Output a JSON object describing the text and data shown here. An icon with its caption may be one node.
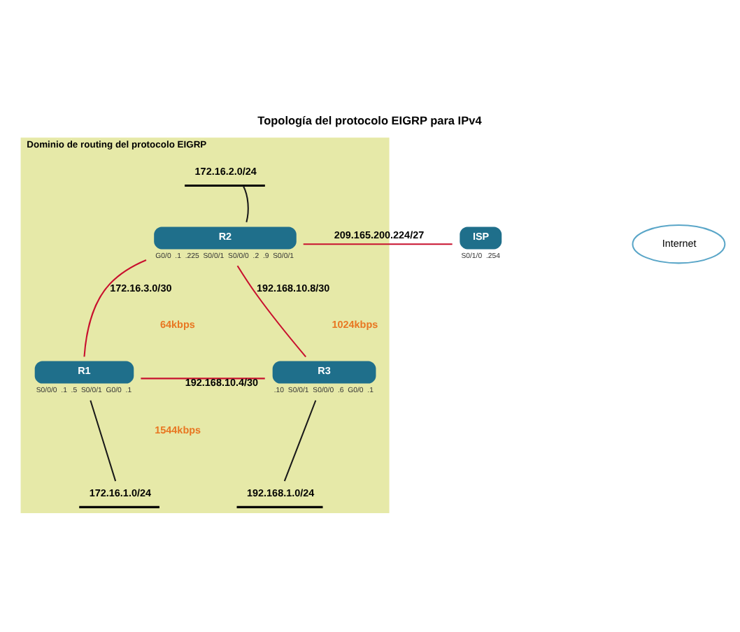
{
  "diagram": {
    "title": "Topología del protocolo EIGRP para IPv4",
    "nodes": [
      {
        "text": [
          "Dominio de routing del protocolo EIGRP"
        ]
      },
      {
        "text": [
          "172.16.2.0/24"
        ],
        "in": 0
      },
      {
        "text": [
          "R2"
        ],
        "in": 0,
        "beside": [
          "G0/0",
          ".1",
          ".225",
          "S0/0/1",
          "S0/0/0",
          ".2",
          ".9",
          "S0/0/1"
        ]
      },
      {
        "text": [
          "ISP"
        ],
        "beside": [
          "S0/1/0",
          ".254"
        ]
      },
      {
        "text": [
          "Internet"
        ]
      },
      {
        "text": [
          "R1"
        ],
        "in": 0,
        "beside": [
          "S0/0/0",
          ".1",
          ".5",
          "S0/0/1",
          "G0/0",
          ".1"
        ]
      },
      {
        "text": [
          "R3"
        ],
        "in": 0,
        "beside": [
          ".10",
          "S0/0/1",
          "S0/0/0",
          ".6",
          "G0/0",
          ".1"
        ]
      },
      {
        "text": [
          "172.16.1.0/24"
        ],
        "in": 0
      },
      {
        "text": [
          "192.168.1.0/24"
        ],
        "in": 0
      }
    ],
    "edges": [
      {
        "from": 2,
        "to": 1,
        "arrow": "none",
        "color": "#1a1a1a"
      },
      {
        "from": 2,
        "to": 3,
        "arrow": "none",
        "label": "209.165.200.224/27"
      },
      {
        "from": 2,
        "to": 5,
        "arrow": "none",
        "label": "172.16.3.0/30"
      },
      {
        "from": 2,
        "to": 6,
        "arrow": "none",
        "label": "192.168.10.8/30"
      },
      {
        "from": 5,
        "to": 6,
        "arrow": "none",
        "label": "192.168.10.4/30"
      },
      {
        "from": 5,
        "to": 7,
        "arrow": "none",
        "color": "#1a1a1a"
      },
      {
        "from": 6,
        "to": 8,
        "arrow": "none",
        "color": "#1a1a1a"
      }
    ],
    "labels": [
      "64kbps",
      "1024kbps",
      "1544kbps"
    ]
  }
}
